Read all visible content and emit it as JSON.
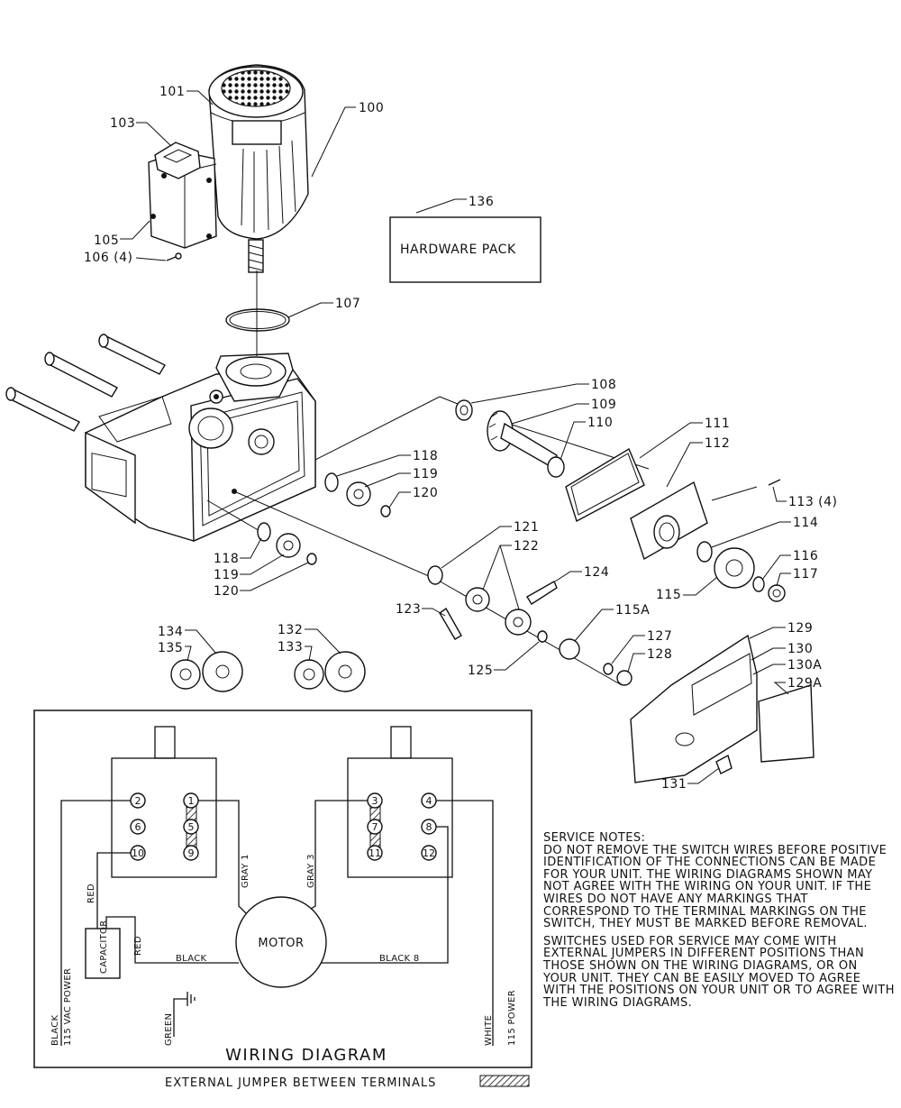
{
  "parts": {
    "p100": "100",
    "p101": "101",
    "p103": "103",
    "p105": "105",
    "p106": "106 (4)",
    "p107": "107",
    "p108": "108",
    "p109": "109",
    "p110": "110",
    "p111": "111",
    "p112": "112",
    "p113": "113 (4)",
    "p114": "114",
    "p115": "115",
    "p115a": "115A",
    "p116": "116",
    "p117": "117",
    "p118a": "118",
    "p118b": "118",
    "p119a": "119",
    "p119b": "119",
    "p120a": "120",
    "p120b": "120",
    "p121": "121",
    "p122": "122",
    "p123": "123",
    "p124": "124",
    "p125": "125",
    "p127": "127",
    "p128": "128",
    "p129": "129",
    "p129a": "129A",
    "p130": "130",
    "p130a": "130A",
    "p131": "131",
    "p132": "132",
    "p133": "133",
    "p134": "134",
    "p135": "135",
    "p136": "136"
  },
  "hardware_pack": "HARDWARE PACK",
  "wiring": {
    "title": "WIRING DIAGRAM",
    "motor": "MOTOR",
    "capacitor": "CAPACITOR",
    "terminals_left": [
      "2",
      "1",
      "6",
      "5",
      "10",
      "9"
    ],
    "terminals_right": [
      "3",
      "4",
      "7",
      "8",
      "11",
      "12"
    ],
    "wire_gray1": "GRAY 1",
    "wire_gray3": "GRAY 3",
    "wire_red_top": "RED",
    "wire_red_cap": "RED",
    "wire_black": "BLACK",
    "wire_black8": "BLACK 8",
    "wire_green": "GREEN",
    "left_power_1": "BLACK",
    "left_power_2": "115 VAC POWER",
    "right_power_1": "WHITE",
    "right_power_2": "115 POWER",
    "legend": "EXTERNAL JUMPER BETWEEN TERMINALS"
  },
  "service_notes": {
    "heading": "SERVICE NOTES:",
    "para1": "DO NOT REMOVE THE SWITCH WIRES BEFORE POSITIVE IDENTIFICATION OF THE CONNECTIONS CAN BE MADE FOR YOUR UNIT. THE WIRING DIAGRAMS SHOWN MAY NOT AGREE WITH THE WIRING ON YOUR UNIT. IF THE WIRES DO NOT HAVE ANY MARKINGS THAT CORRESPOND TO THE TERMINAL MARKINGS ON THE SWITCH, THEY MUST BE MARKED BEFORE REMOVAL.",
    "para2": "SWITCHES USED FOR SERVICE MAY COME WITH EXTERNAL JUMPERS IN DIFFERENT POSITIONS THAN THOSE SHOWN ON THE WIRING DIAGRAMS, OR ON YOUR UNIT. THEY CAN BE EASILY MOVED TO AGREE WITH THE POSITIONS ON YOUR UNIT OR TO AGREE WITH THE WIRING DIAGRAMS."
  }
}
